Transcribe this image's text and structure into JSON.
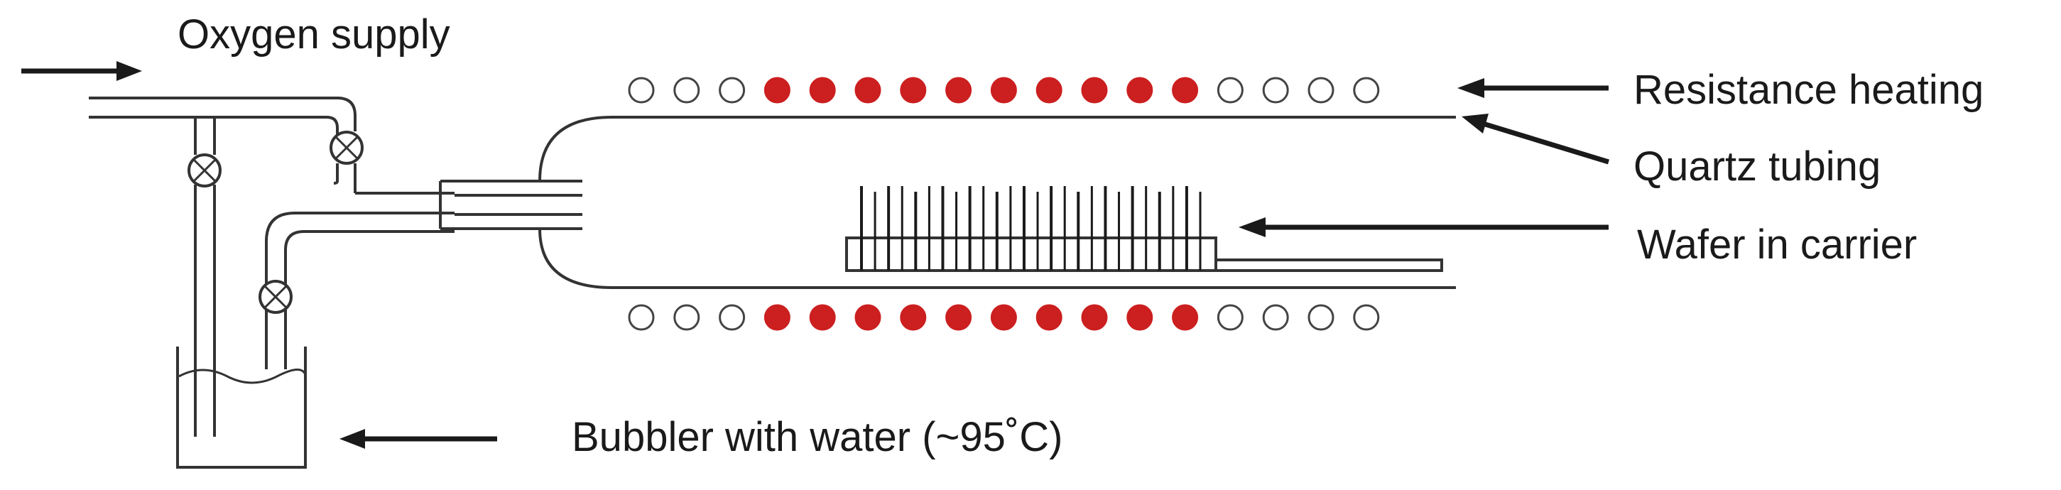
{
  "labels": {
    "oxygen_supply": "Oxygen supply",
    "resistance_heating": "Resistance heating",
    "quartz_tubing": "Quartz tubing",
    "wafer_in_carrier": "Wafer in carrier",
    "bubbler": "Bubbler with water (~95˚C)"
  },
  "heater_coils": {
    "count": 17,
    "active": [
      4,
      5,
      6,
      7,
      8,
      9,
      10,
      11,
      12,
      13
    ],
    "active_color": "#cc1f1f",
    "inactive_color": "#ffffff"
  },
  "wafers": {
    "count": 26
  },
  "colors": {
    "line": "#333333",
    "text": "#1a1a1a"
  }
}
